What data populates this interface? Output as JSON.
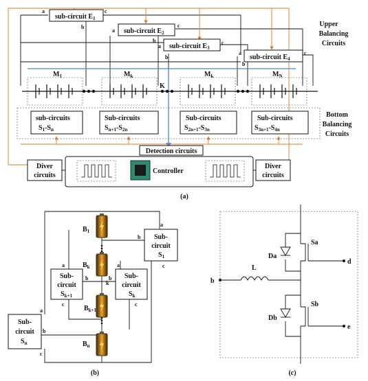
{
  "panel_a": {
    "upper": {
      "e1": "sub-circuit E",
      "e1_sub": "1",
      "e2": "sub-circuit E",
      "e2_sub": "2",
      "e3": "sub-circuit E",
      "e3_sub": "3",
      "e4": "sub-circuit E",
      "e4_sub": "4"
    },
    "pin_a": "a",
    "pin_b": "b",
    "pin_c": "c",
    "modules": {
      "m1": "M",
      "m1_sub": "1",
      "mk": "M",
      "mk_sub": "k",
      "mk2": "M",
      "mk2_sub": "k",
      "mn": "M",
      "mn_sub": "N"
    },
    "k_label": "K",
    "bottom": {
      "s1_line1": "sub-circuits",
      "s1_line2a": "S",
      "s1_sub_a": "1",
      "s1_line2b": "-S",
      "s1_sub_b": "n",
      "s2_line1": "Sub-circuits",
      "s2_line2a": "S",
      "s2_sub_a": "n+1",
      "s2_line2b": "-S",
      "s2_sub_b": "2n",
      "s3_line1": "Sub-circuits",
      "s3_line2a": "S",
      "s3_sub_a": "2n+1",
      "s3_line2b": "-S",
      "s3_sub_b": "3n",
      "s4_line1": "Sub-circuits",
      "s4_line2a": "S",
      "s4_sub_a": "3n+1",
      "s4_line2b": "-S",
      "s4_sub_b": "4n"
    },
    "upper_title_1": "Upper",
    "upper_title_2": "Balancing",
    "upper_title_3": "Circuits",
    "bottom_title_1": "Bottom",
    "bottom_title_2": "Balancing",
    "bottom_title_3": "Circuits",
    "detection": "Detection circuits",
    "driver_left_1": "Diver",
    "driver_left_2": "circuits",
    "driver_right_1": "Diver",
    "driver_right_2": "circuits",
    "controller": "Controller",
    "caption": "(a)"
  },
  "panel_b": {
    "b1": "B",
    "b1_sub": "1",
    "bk": "B",
    "bk_sub": "k",
    "bk1": "B",
    "bk1_sub": "k+1",
    "bn": "B",
    "bn_sub": "n",
    "s1_l1": "Sub-",
    "s1_l2": "circuit",
    "s1_l3": "S",
    "s1_sub": "1",
    "sk1_l1": "Sub-",
    "sk1_l2": "circuit",
    "sk1_l3": "S",
    "sk1_sub": "k+1",
    "sk_l1": "Sub-",
    "sk_l2": "circuit",
    "sk_l3": "S",
    "sk_sub": "k",
    "sn_l1": "Sub-",
    "sn_l2": "circuit",
    "sn_l3": "S",
    "sn_sub": "n",
    "pin_a": "a",
    "pin_b": "b",
    "pin_c": "c",
    "pin_k": "k",
    "caption": "(b)"
  },
  "panel_c": {
    "L": "L",
    "Da": "Da",
    "Sa": "Sa",
    "Db": "Db",
    "Sb": "Sb",
    "b": "b",
    "d": "d",
    "e": "e",
    "caption": "(c)"
  }
}
